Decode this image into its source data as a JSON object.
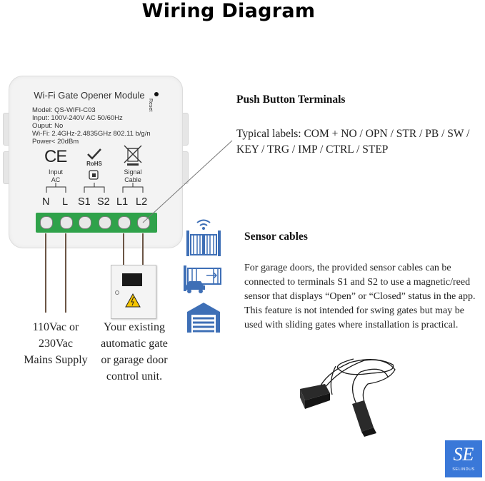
{
  "title": "Wiring Diagram",
  "module": {
    "title": "Wi-Fi Gate Opener Module",
    "specs": [
      "Model: QS-WIFI-C03",
      "Input: 100V-240V AC 50/60Hz",
      "Ouput: No",
      "Wi-Fi: 2.4GHz-2.4835GHz 802.11 b/g/n",
      "Power< 20dBm"
    ],
    "reset": "Reset",
    "ce": "CE",
    "rohs": "RoHS",
    "input_label": "Input",
    "input_sub": "AC",
    "signal_label": "Signal",
    "signal_sub": "Cable",
    "terminals": [
      "N",
      "L",
      "S1",
      "S2",
      "L1",
      "L2"
    ]
  },
  "push_button": {
    "heading": "Push Button Terminals",
    "text": "Typical labels: COM + NO / OPN / STR / PB / SW / KEY / TRG / IMP / CTRL / STEP"
  },
  "sensor": {
    "heading": "Sensor cables",
    "text": "For garage doors, the provided sensor cables can be connected to terminals S1 and S2 to use a magnetic/reed sensor that displays “Open” or “Closed” status in the app. This feature is not intended for swing gates but may be used with sliding gates where installation is practical."
  },
  "mains_label": [
    "110Vac or",
    "230Vac",
    "Mains Supply"
  ],
  "unit_label": [
    "Your existing",
    "automatic gate",
    "or garage door",
    "control unit."
  ],
  "brand": {
    "mark": "SE",
    "name": "SELINDUS"
  },
  "icons": [
    "swing-gate-icon",
    "sliding-gate-icon",
    "garage-door-icon",
    "reed-sensor-icon",
    "control-unit-icon"
  ],
  "colors": {
    "terminal_block": "#2fa24a",
    "brand_bg": "#3a78d8",
    "icon_blue": "#3e6fb6"
  }
}
